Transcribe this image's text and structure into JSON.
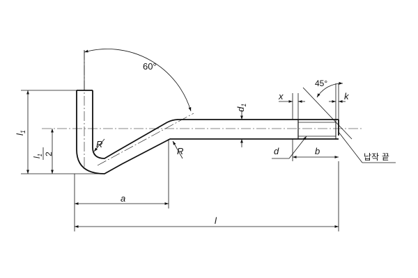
{
  "labels": {
    "angle_60": "60°",
    "angle_45": "45°",
    "dim_l1": "l",
    "dim_l1_sub": "1",
    "dim_half_num": "l",
    "dim_half_sub": "1",
    "dim_half_den": "2",
    "radius_1": "R",
    "radius_2": "R",
    "dim_a": "a",
    "dim_l": "l",
    "dim_d1": "d",
    "dim_d1_sub": "1",
    "dim_x": "x",
    "dim_k": "k",
    "dim_d": "d",
    "dim_b": "b",
    "flat_end": "납작 끝"
  },
  "colors": {
    "line": "#111111",
    "background": "#ffffff"
  }
}
